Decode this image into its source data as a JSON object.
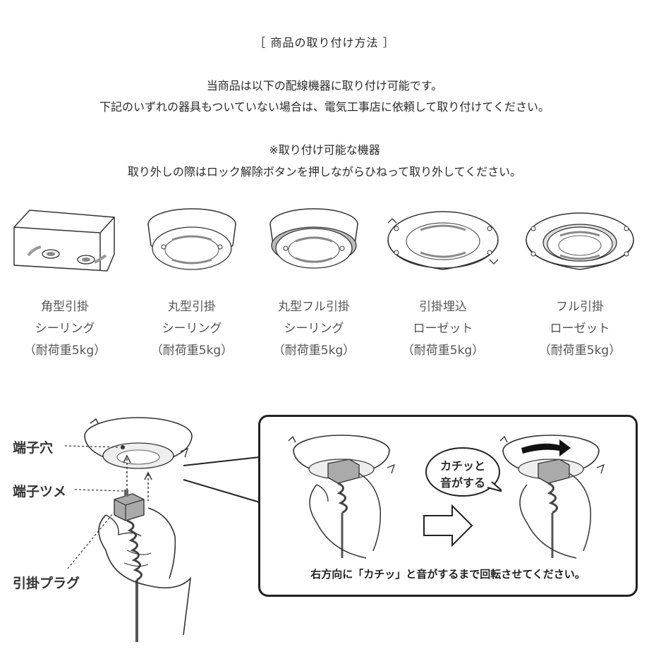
{
  "header": {
    "title": "［ 商品の取り付け方法 ］",
    "intro_line1": "当商品は以下の配線機器に取り付け可能です。",
    "intro_line2": "下記のいずれの器具もついていない場合は、電気工事店に依頼して取り付けてください。",
    "note_line1": "※取り付け可能な機器",
    "note_line2": "取り外しの際はロック解除ボタンを押しながらひねって取り外してください。"
  },
  "devices": [
    {
      "line1": "角型引掛",
      "line2": "シーリング",
      "line3": "（耐荷重5kg）",
      "icon": "square-ceiling-icon"
    },
    {
      "line1": "丸型引掛",
      "line2": "シーリング",
      "line3": "（耐荷重5kg）",
      "icon": "round-ceiling-icon"
    },
    {
      "line1": "丸型フル引掛",
      "line2": "シーリング",
      "line3": "（耐荷重5kg）",
      "icon": "round-full-ceiling-icon"
    },
    {
      "line1": "引掛埋込",
      "line2": "ローゼット",
      "line3": "（耐荷重5kg）",
      "icon": "embedded-rosette-icon"
    },
    {
      "line1": "フル引掛",
      "line2": "ローゼット",
      "line3": "（耐荷重5kg）",
      "icon": "full-rosette-icon"
    }
  ],
  "diagram": {
    "callout_hole": "端子穴",
    "callout_claw": "端子ツメ",
    "callout_plug": "引掛プラグ",
    "bubble_line1": "カチッと",
    "bubble_line2": "音がする",
    "caption": "右方向に「カチッ」と音がするまで回転させてください。"
  }
}
